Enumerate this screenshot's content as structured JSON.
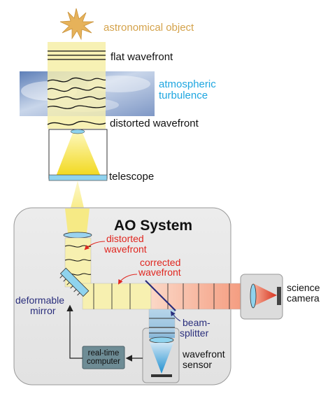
{
  "labels": {
    "astronomical_object": "astronomical object",
    "flat_wavefront": "flat wavefront",
    "atmospheric_turbulence_line1": "atmospheric",
    "atmospheric_turbulence_line2": "turbulence",
    "distorted_wavefront_top": "distorted wavefront",
    "telescope": "telescope",
    "ao_system": "AO System",
    "distorted_wavefront_inner_line1": "distorted",
    "distorted_wavefront_inner_line2": "wavefront",
    "corrected_wavefront_line1": "corrected",
    "corrected_wavefront_line2": "wavefront",
    "deformable_mirror_line1": "deformable",
    "deformable_mirror_line2": "mirror",
    "science_camera_line1": "science",
    "science_camera_line2": "camera",
    "beam_splitter_line1": "beam-",
    "beam_splitter_line2": "splitter",
    "wavefront_sensor_line1": "wavefront",
    "wavefront_sensor_line2": "sensor",
    "realtime_computer_line1": "real-time",
    "realtime_computer_line2": "computer"
  },
  "colors": {
    "astro_label": "#d4a24a",
    "cyan_label": "#1ea6e0",
    "red_label": "#e0261f",
    "navy_label": "#2a2e7c",
    "beam_yellow": "#f7f0b0",
    "corrected_red": "#f6b9a6",
    "panel_grey": "#e7e7e7",
    "computer_box": "#6e8c95"
  }
}
